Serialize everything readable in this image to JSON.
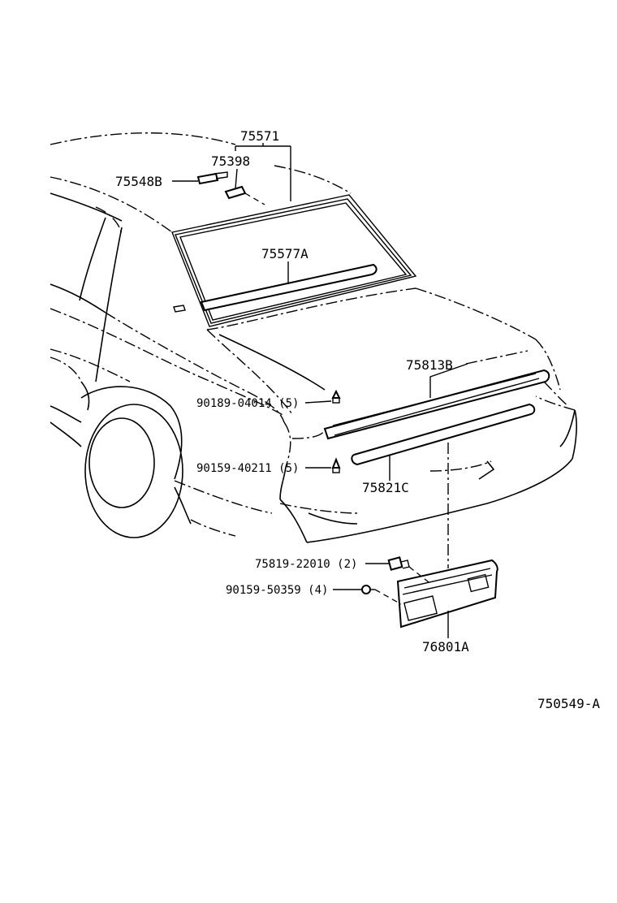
{
  "callouts": {
    "c75571": "75571",
    "c75398": "75398",
    "c75548B": "75548B",
    "c75577A": "75577A",
    "c75813B": "75813B",
    "c90189": "90189-04014 (5)",
    "c90159_40211": "90159-40211 (5)",
    "c75821C": "75821C",
    "c75819": "75819-22010 (2)",
    "c90159_50359": "90159-50359 (4)",
    "c76801A": "76801A"
  },
  "figure_code": "750549-A"
}
